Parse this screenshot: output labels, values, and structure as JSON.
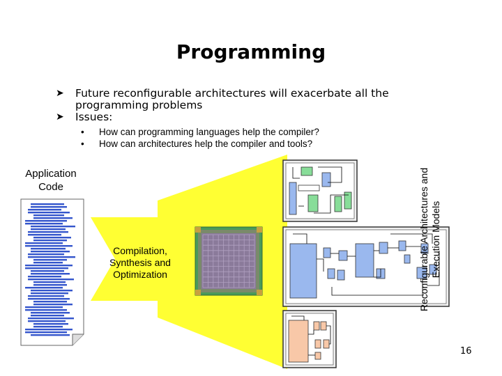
{
  "slide": {
    "title": "Programming",
    "bullets": [
      "Future reconfigurable architectures will exacerbate all the programming problems",
      "Issues:"
    ],
    "sub_bullets": [
      "How can programming languages help the compiler?",
      "How can architectures help the compiler and tools?"
    ],
    "page_number": "16"
  },
  "diagram": {
    "app_code_label": "Application Code",
    "compilation_label": "Compilation, Synthesis and Optimization",
    "side_label": "Reconfigurable Architectures and Execution Models",
    "colors": {
      "arrow_fill": "#ffff33",
      "chip_green": "#55aa66",
      "chip_die": "#8a7a9a",
      "block_blue": "#9ab8ee",
      "block_peach": "#f8c8a8",
      "block_green": "#88dd99",
      "code_line": "#3355cc"
    }
  }
}
